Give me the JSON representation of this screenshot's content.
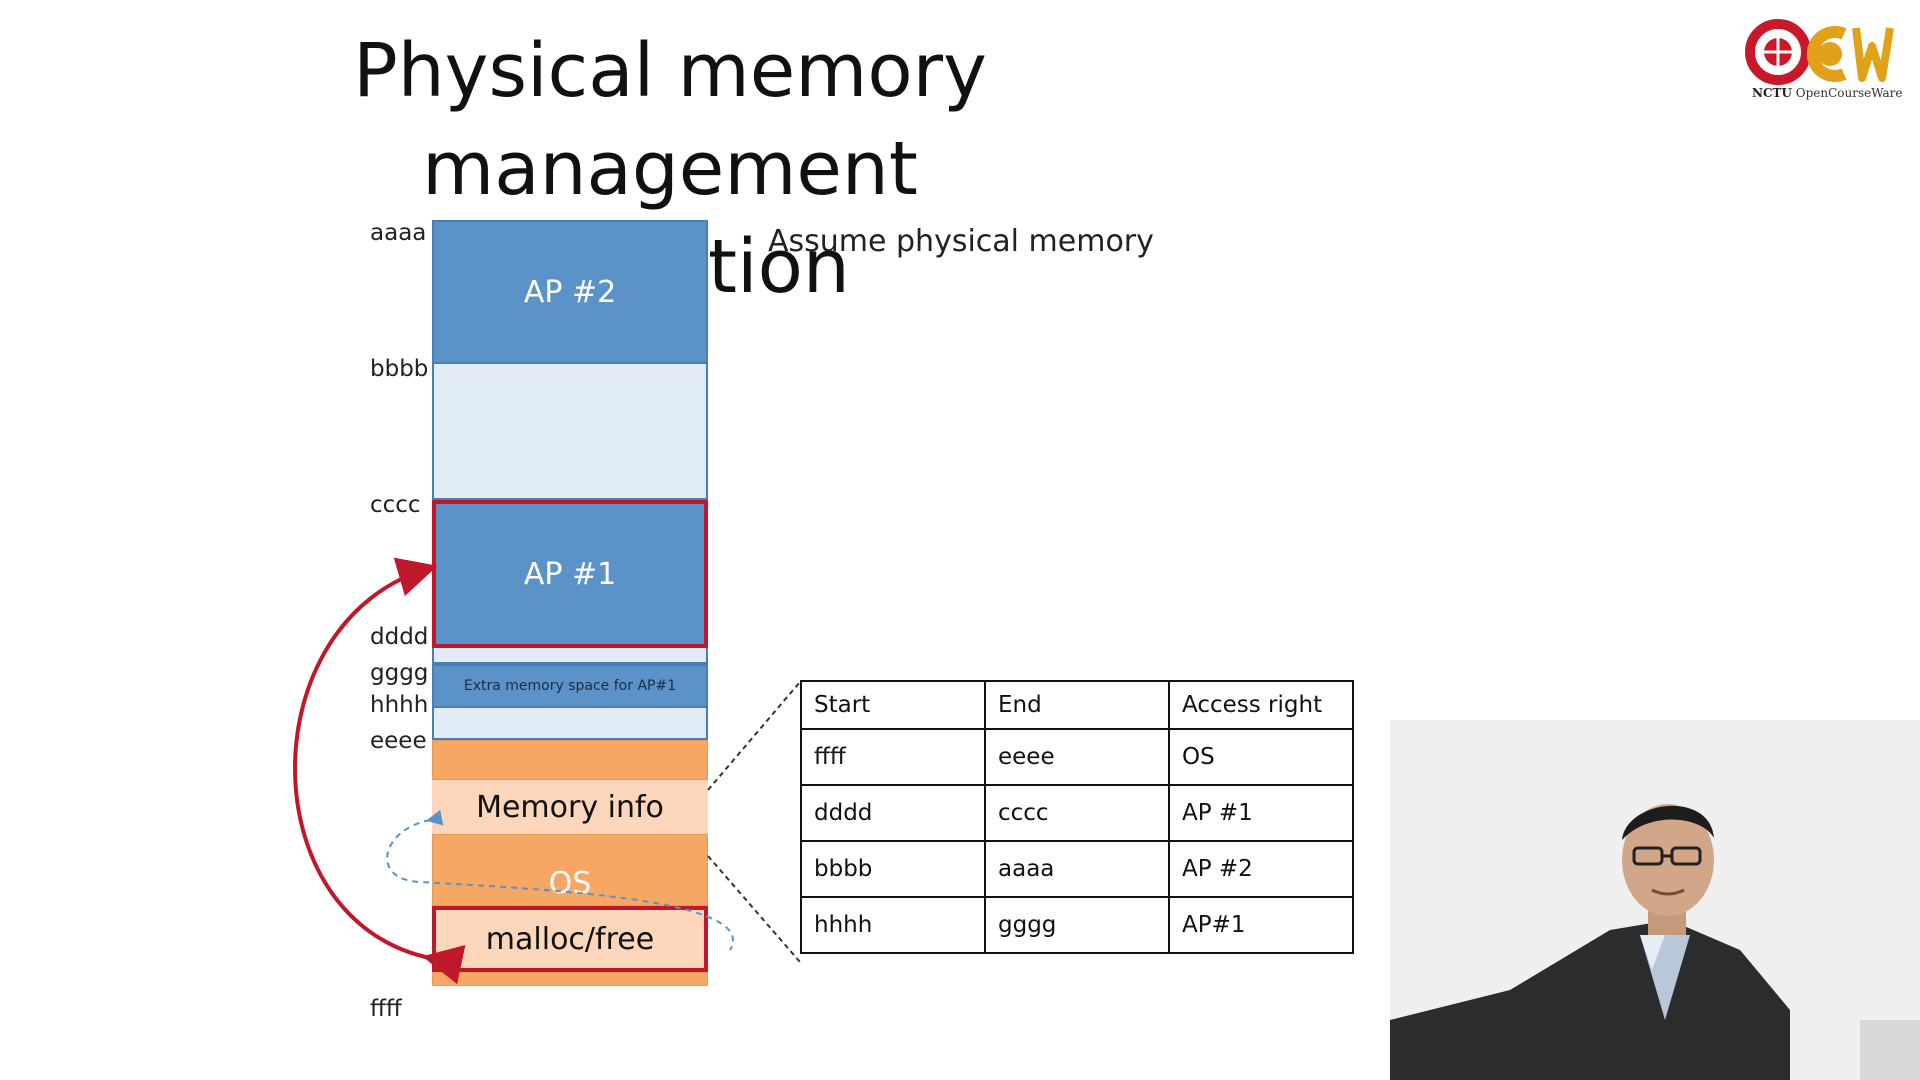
{
  "slide": {
    "title_line1": "Physical memory management",
    "title_line2": "allocation",
    "note": "Assume physical memory"
  },
  "logo": {
    "institution": "NCTU",
    "name": "OpenCourseWare",
    "letters": "OCW",
    "colors": {
      "red": "#c8182a",
      "gold": "#e1a21a"
    }
  },
  "memory": {
    "addresses": {
      "aaaa": "aaaa",
      "bbbb": "bbbb",
      "cccc": "cccc",
      "dddd": "dddd",
      "gggg": "gggg",
      "hhhh": "hhhh",
      "eeee": "eeee",
      "ffff": "ffff"
    },
    "blocks": {
      "ap2": "AP #2",
      "ap1": "AP #1",
      "extra": "Extra memory space for AP#1",
      "memory_info": "Memory info",
      "os": "OS",
      "malloc": "malloc/free"
    },
    "colors": {
      "ap": "#5b93c8",
      "free": "#e1ebf6",
      "os": "#f6a764",
      "highlight": "#c0182b"
    }
  },
  "table": {
    "headers": [
      "Start",
      "End",
      "Access right"
    ],
    "rows": [
      [
        "ffff",
        "eeee",
        "OS"
      ],
      [
        "dddd",
        "cccc",
        "AP #1"
      ],
      [
        "bbbb",
        "aaaa",
        "AP #2"
      ],
      [
        "hhhh",
        "gggg",
        "AP#1"
      ]
    ]
  }
}
